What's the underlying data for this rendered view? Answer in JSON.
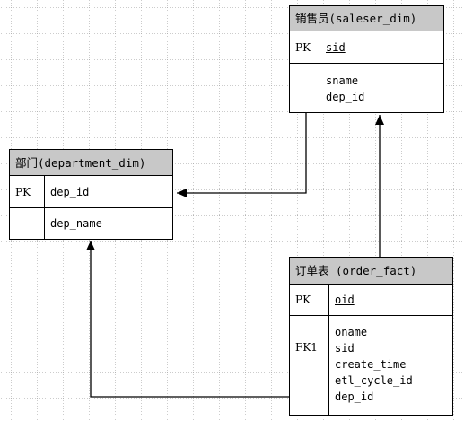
{
  "entities": {
    "saleser": {
      "title": "销售员(saleser_dim)",
      "pk_key": "PK",
      "pk_col": "sid",
      "attr_key": "",
      "attrs": [
        "sname",
        "dep_id"
      ]
    },
    "department": {
      "title": "部门(department_dim)",
      "pk_key": "PK",
      "pk_col": "dep_id",
      "attr_key": "",
      "attrs": [
        "dep_name"
      ]
    },
    "order": {
      "title": "订单表 (order_fact)",
      "pk_key": "PK",
      "pk_col": "oid",
      "attr_key": "FK1",
      "attrs": [
        "oname",
        "sid",
        "create_time",
        "etl_cycle_id",
        "dep_id"
      ]
    }
  },
  "colors": {
    "header_bg": "#c8c8c8",
    "border": "#000000",
    "grid_dot": "#a9a9a9"
  }
}
